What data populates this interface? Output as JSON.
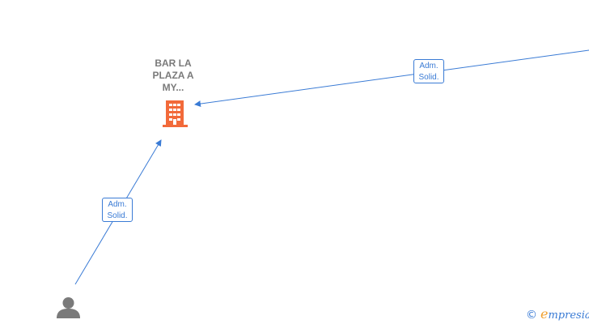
{
  "company": {
    "name": "BAR LA\nPLAZA A\nMY...",
    "icon": "building-icon",
    "color": "#f26a3a"
  },
  "person": {
    "icon": "person-icon",
    "color": "#7a7a7a"
  },
  "edges": [
    {
      "label_line1": "Adm.",
      "label_line2": "Solid."
    },
    {
      "label_line1": "Adm.",
      "label_line2": "Solid."
    }
  ],
  "edge_color": "#3a7bd5",
  "brand": {
    "copyright": "©",
    "initial": "e",
    "rest": "mpresia"
  }
}
